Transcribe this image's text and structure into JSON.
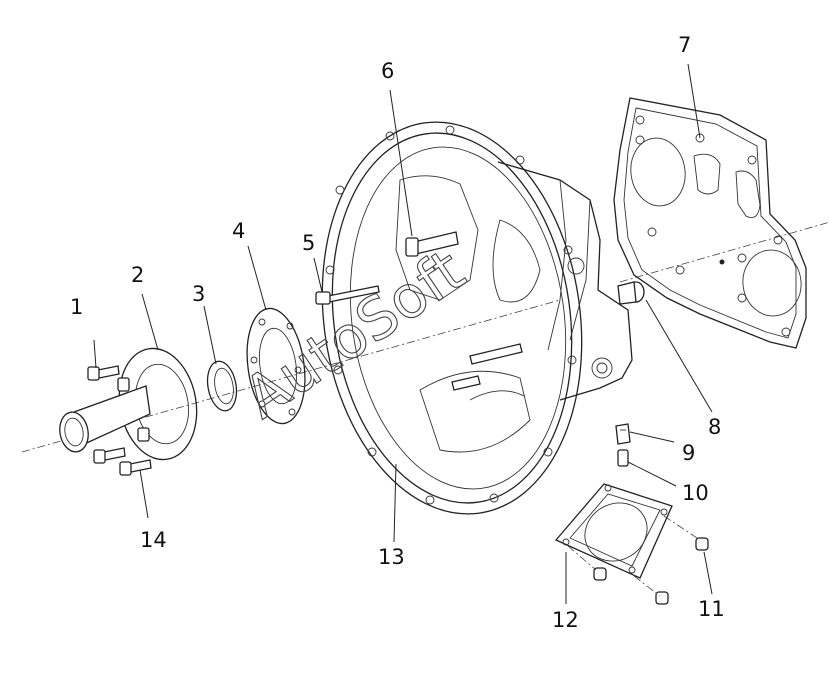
{
  "callouts": [
    {
      "id": "1",
      "label": "1"
    },
    {
      "id": "2",
      "label": "2"
    },
    {
      "id": "3",
      "label": "3"
    },
    {
      "id": "4",
      "label": "4"
    },
    {
      "id": "5",
      "label": "5"
    },
    {
      "id": "6",
      "label": "6"
    },
    {
      "id": "7",
      "label": "7"
    },
    {
      "id": "8",
      "label": "8"
    },
    {
      "id": "9",
      "label": "9"
    },
    {
      "id": "10",
      "label": "10"
    },
    {
      "id": "11",
      "label": "11"
    },
    {
      "id": "12",
      "label": "12"
    },
    {
      "id": "13",
      "label": "13"
    },
    {
      "id": "14",
      "label": "14"
    }
  ],
  "watermark": {
    "text": "AutoSoft"
  }
}
